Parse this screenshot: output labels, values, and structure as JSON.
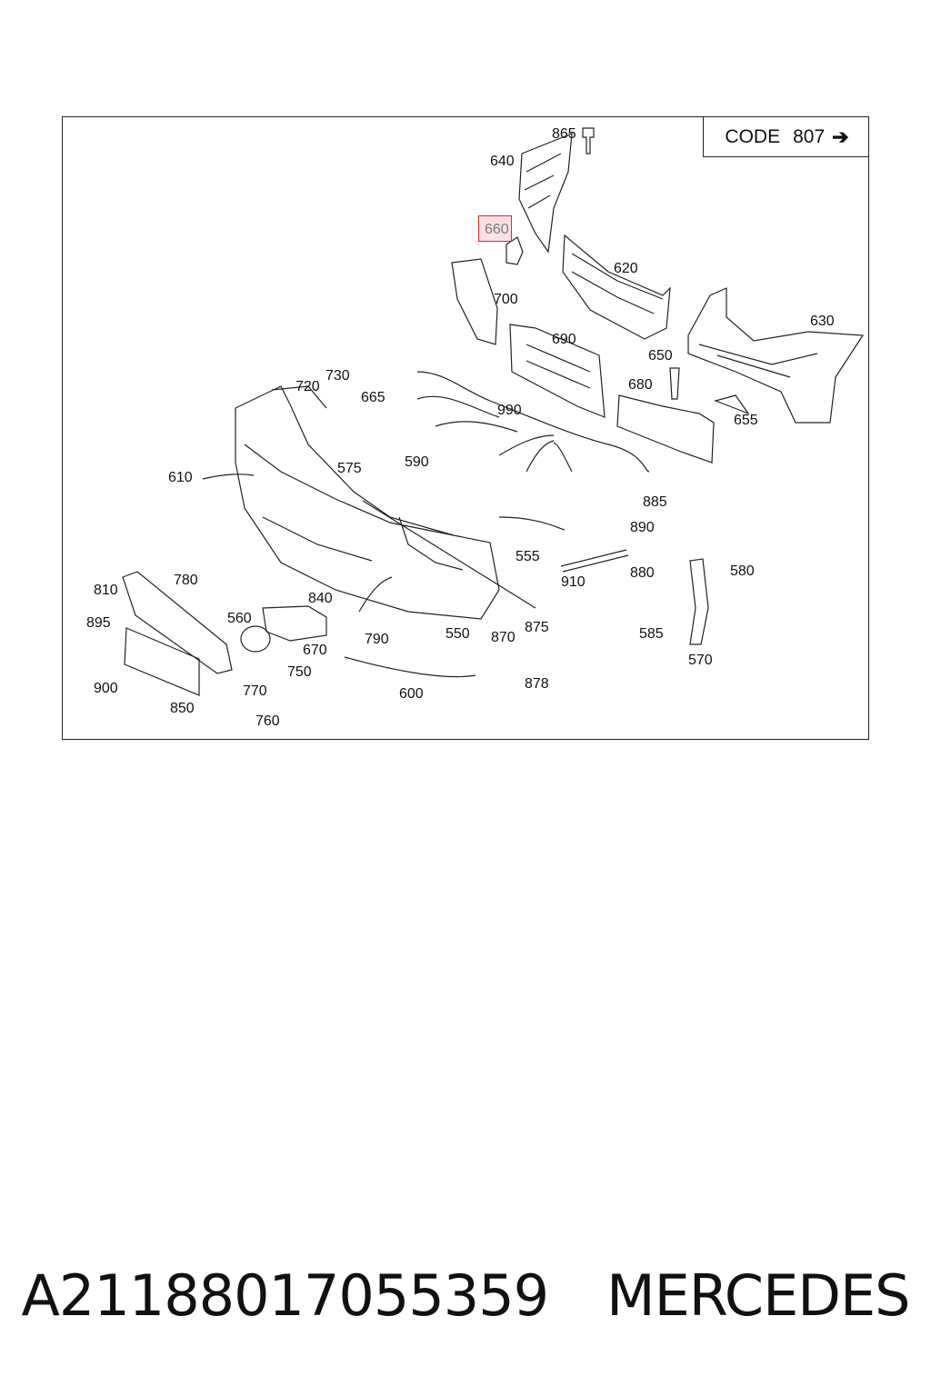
{
  "code_box": {
    "label": "CODE",
    "number": "807",
    "arrow": "➔"
  },
  "labels": {
    "p865": "865",
    "p640": "640",
    "p660": "660",
    "p620": "620",
    "p700": "700",
    "p630": "630",
    "p690": "690",
    "p650": "650",
    "p720": "720",
    "p730": "730",
    "p665": "665",
    "p680": "680",
    "p990": "990",
    "p655": "655",
    "p610": "610",
    "p575": "575",
    "p590": "590",
    "p885": "885",
    "p890": "890",
    "p555": "555",
    "p880": "880",
    "p580": "580",
    "p910": "910",
    "p810": "810",
    "p780": "780",
    "p840": "840",
    "p560": "560",
    "p895": "895",
    "p790": "790",
    "p670": "670",
    "p550": "550",
    "p870": "870",
    "p875": "875",
    "p585": "585",
    "p750": "750",
    "p570": "570",
    "p878": "878",
    "p900": "900",
    "p770": "770",
    "p600": "600",
    "p850": "850",
    "p760": "760"
  },
  "highlight": {
    "color": "#d9292f",
    "fill": "#fbe1e6"
  },
  "footer": {
    "part_number": "A2118801705535​9",
    "brand": "MERCEDES"
  }
}
